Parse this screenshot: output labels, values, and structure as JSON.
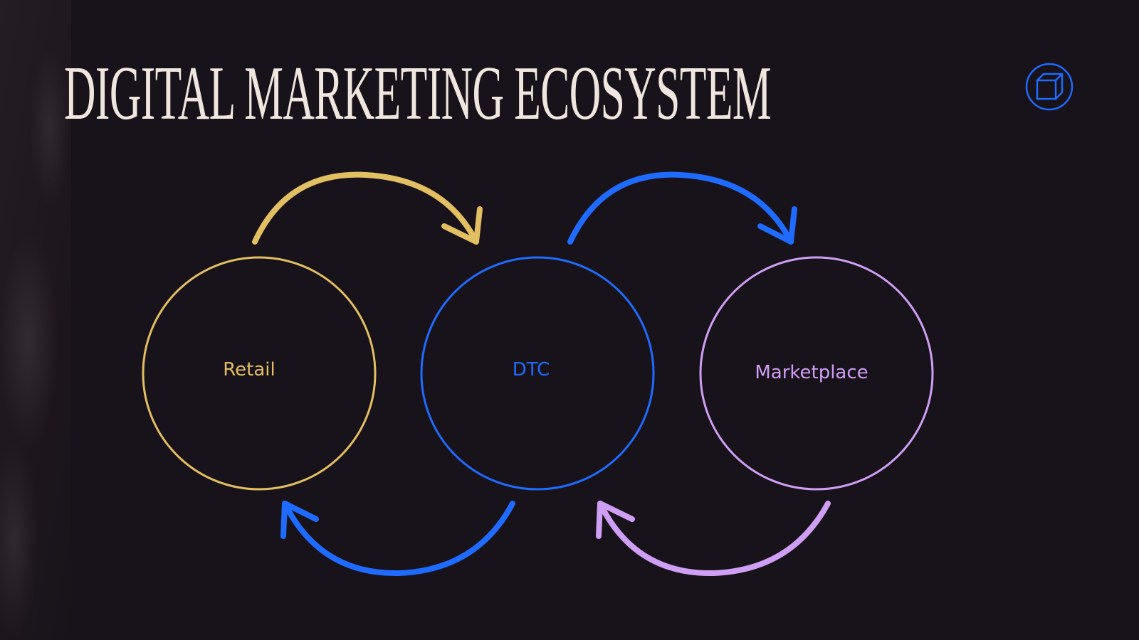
{
  "slide": {
    "title": "DIGITAL MARKETING ECOSYSTEM"
  },
  "logo": {
    "icon": "cube-in-circle-icon",
    "color": "#1f6bff"
  },
  "nodes": [
    {
      "label": "Retail",
      "color": "#e2bf63"
    },
    {
      "label": "DTC",
      "color": "#1f6bff"
    },
    {
      "label": "Marketplace",
      "color": "#cf9ff5"
    }
  ],
  "arrows": [
    {
      "from": "Retail",
      "to": "DTC",
      "color": "#e2bf63"
    },
    {
      "from": "DTC",
      "to": "Marketplace",
      "color": "#1f6bff"
    },
    {
      "from": "DTC",
      "to": "Retail",
      "color": "#1f6bff"
    },
    {
      "from": "Marketplace",
      "to": "DTC",
      "color": "#cf9ff5"
    }
  ],
  "colors": {
    "background": "#18131a",
    "title": "#efe6df"
  }
}
